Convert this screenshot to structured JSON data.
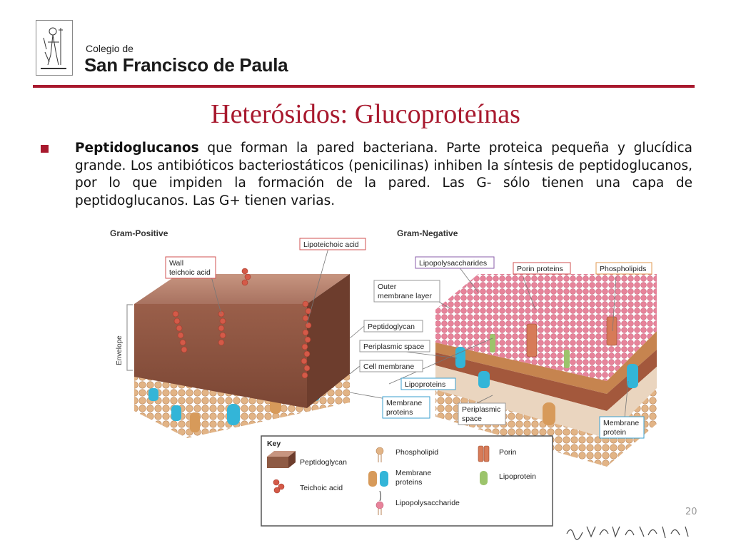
{
  "header": {
    "college_line1": "Colegio de",
    "college_line2": "San Francisco de Paula"
  },
  "slide": {
    "title": "Heterósidos: Glucoproteínas",
    "bullet_bold": "Peptidoglucanos",
    "bullet_rest": " que forman la pared bacteriana. Parte proteica pequeña y glucídica grande. Los antibióticos bacteriostáticos (penicilinas) inhiben la síntesis de peptidoglucanos, por lo que impiden la formación de la pared. Las G- sólo tienen una capa de peptidoglucanos. Las G+ tienen varias.",
    "page_number": "20"
  },
  "figure": {
    "gram_positive_title": "Gram-Positive",
    "gram_negative_title": "Gram-Negative",
    "envelope_label": "Envelope",
    "labels": {
      "wall_teichoic_1": "Wall",
      "wall_teichoic_2": "teichoic acid",
      "lipoteichoic": "Lipoteichoic acid",
      "lipopolysaccharides": "Lipopolysaccharides",
      "porin_proteins": "Porin proteins",
      "phospholipids": "Phospholipids",
      "outer_membrane_1": "Outer",
      "outer_membrane_2": "membrane layer",
      "peptidoglycan": "Peptidoglycan",
      "periplasmic_space": "Periplasmic space",
      "cell_membrane": "Cell membrane",
      "lipoproteins": "Lipoproteins",
      "membrane_proteins_1": "Membrane",
      "membrane_proteins_2": "proteins",
      "periplasmic2_1": "Periplasmic",
      "periplasmic2_2": "space",
      "membrane_protein_1": "Membrane",
      "membrane_protein_2": "protein"
    },
    "key": {
      "title": "Key",
      "peptidoglycan": "Peptidoglycan",
      "teichoic_acid": "Teichoic acid",
      "phospholipid": "Phospholipid",
      "membrane_proteins_1": "Membrane",
      "membrane_proteins_2": "proteins",
      "lipopolysaccharide": "Lipopolysaccharide",
      "porin": "Porin",
      "lipoprotein": "Lipoprotein"
    }
  },
  "colors": {
    "accent": "#a8192e",
    "peptidoglycan": "#8e5a44",
    "phospholipid_head": "#e2b486",
    "membrane_protein": "#33b5d8",
    "lps_head": "#e7839a",
    "label_border_red": "#d25050",
    "label_border_blue": "#3a9fcf",
    "label_border_purple": "#8a5ca8"
  }
}
